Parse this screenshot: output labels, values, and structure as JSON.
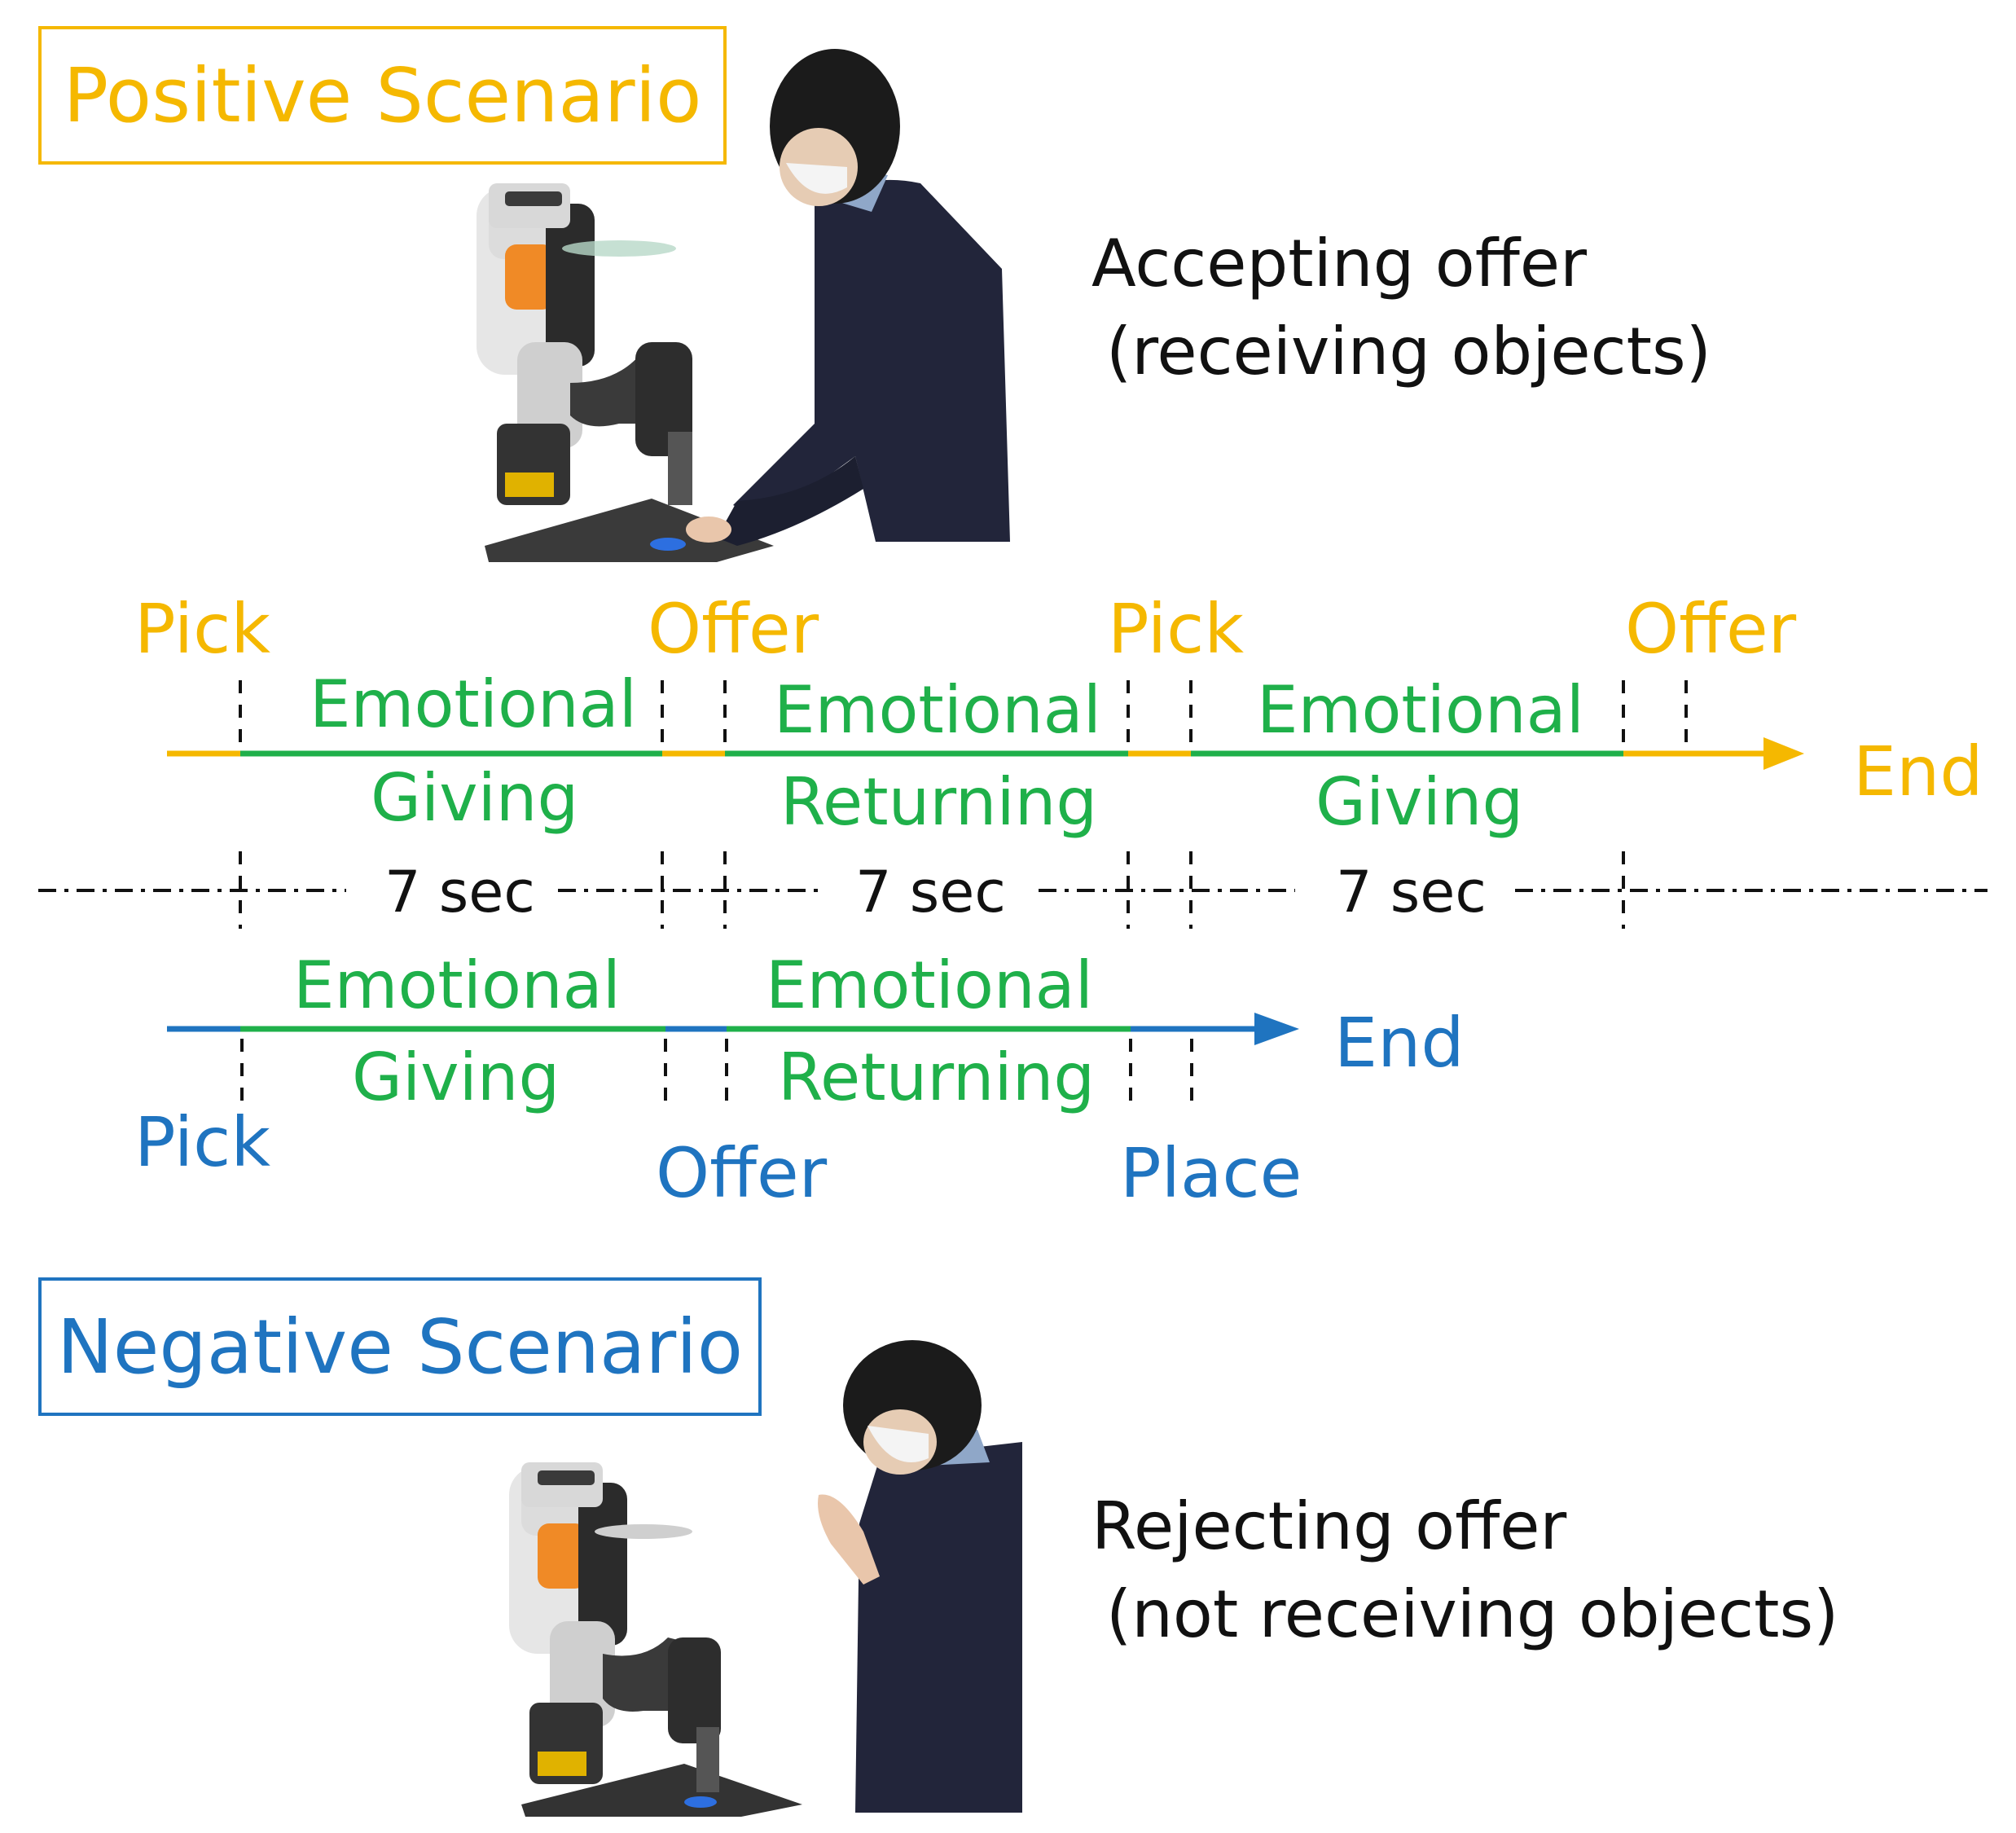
{
  "positive": {
    "title": "Positive Scenario",
    "description_line1": "Accepting offer",
    "description_line2": "(receiving objects)"
  },
  "negative": {
    "title": "Negative Scenario",
    "description_line1": "Rejecting offer",
    "description_line2": "(not receiving objects)"
  },
  "positive_timeline": {
    "phases": [
      "Pick",
      "Offer",
      "Pick",
      "Offer"
    ],
    "segments": [
      {
        "top": "Emotional",
        "bottom": "Giving"
      },
      {
        "top": "Emotional",
        "bottom": "Returning"
      },
      {
        "top": "Emotional",
        "bottom": "Giving"
      }
    ],
    "end_label": "End"
  },
  "durations": [
    "7 sec",
    "7 sec",
    "7 sec"
  ],
  "negative_timeline": {
    "phases": [
      "Pick",
      "Offer",
      "Place"
    ],
    "segments": [
      {
        "top": "Emotional",
        "bottom": "Giving"
      },
      {
        "top": "Emotional",
        "bottom": "Returning"
      }
    ],
    "end_label": "End"
  },
  "colors": {
    "positive": "#F5B800",
    "negative": "#1F74C0",
    "emotional": "#1FB04A",
    "guide": "#111111"
  },
  "icons": {
    "positive_photo": "robot-handing-object-to-person",
    "negative_photo": "robot-offering-person-declining"
  }
}
